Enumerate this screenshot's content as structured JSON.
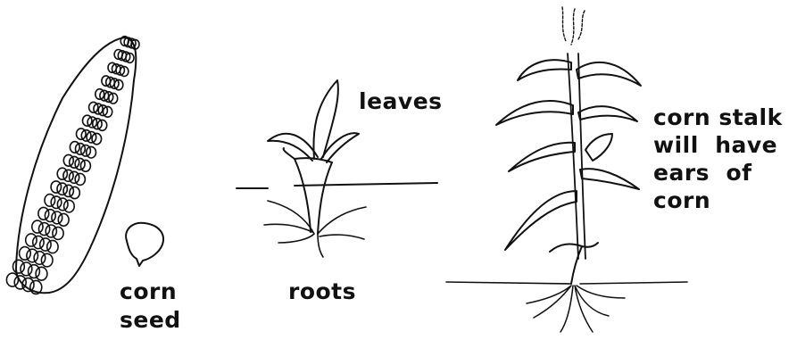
{
  "labels": {
    "cob_word1": "corn",
    "cob_word2": "seed",
    "roots": "roots",
    "leaves": "leaves",
    "stalk_line1": "corn stalk",
    "stalk_line2": "will  have",
    "stalk_line3": "ears  of",
    "stalk_line4": "corn"
  },
  "colors": {
    "ink": "#111111",
    "background": "#ffffff"
  }
}
